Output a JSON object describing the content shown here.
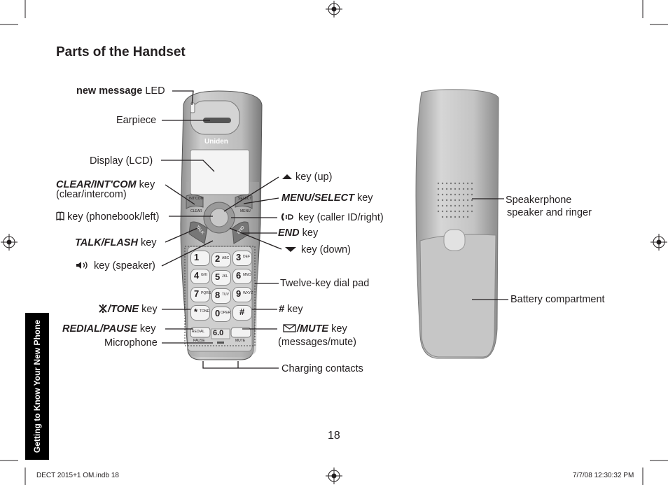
{
  "page": {
    "title": "Parts of the Handset",
    "page_number": "18",
    "side_tab": "Getting to Know Your New Phone",
    "footer_left": "DECT 2015+1 OM.indb   18",
    "footer_right": "7/7/08   12:30:32 PM"
  },
  "handset": {
    "brand": "Uniden",
    "screen_text": "6.0",
    "keypad": [
      {
        "digit": "1",
        "letters": ""
      },
      {
        "digit": "2",
        "letters": "ABC"
      },
      {
        "digit": "3",
        "letters": "DEF"
      },
      {
        "digit": "4",
        "letters": "GHI"
      },
      {
        "digit": "5",
        "letters": "JKL"
      },
      {
        "digit": "6",
        "letters": "MNO"
      },
      {
        "digit": "7",
        "letters": "PQRS"
      },
      {
        "digit": "8",
        "letters": "TUV"
      },
      {
        "digit": "9",
        "letters": "WXYZ"
      },
      {
        "digit": "*",
        "letters": "TONE"
      },
      {
        "digit": "0",
        "letters": "OPER"
      },
      {
        "digit": "#",
        "letters": ""
      }
    ],
    "soft_labels": {
      "clear_top": "INT'COM",
      "clear_bottom": "CLEAR",
      "menu_top": "SELECT",
      "menu_bottom": "MENU",
      "talk": "TALK",
      "end": "END",
      "redial": "REDIAL",
      "pause": "PAUSE",
      "mute": "MUTE"
    }
  },
  "labels": {
    "new_message_bold": "new message",
    "new_message_rest": " LED",
    "earpiece": "Earpiece",
    "display": "Display (LCD)",
    "clear_bold": "CLEAR/INT'COM",
    "clear_rest": " key",
    "clear_sub": "(clear/intercom)",
    "phonebook": " key (phonebook/left)",
    "talk_bold": "TALK/FLASH",
    "talk_rest": " key",
    "speaker": " key (speaker)",
    "tone_bold": "/TONE",
    "tone_rest": " key",
    "redial_bold": "REDIAL/PAUSE",
    "redial_rest": " key",
    "microphone": "Microphone",
    "up": " key (up)",
    "menu_bold": "MENU/SELECT",
    "menu_rest": " key",
    "callerid": " key (caller ID/right)",
    "end_bold": "END",
    "end_rest": " key",
    "down": " key (down)",
    "dialpad": "Twelve-key dial pad",
    "pound_bold": "#",
    "pound_rest": " key",
    "mute_bold": "/MUTE",
    "mute_rest": " key",
    "mute_sub": "(messages/mute)",
    "charging": "Charging contacts",
    "speakerphone_1": "Speakerphone",
    "speakerphone_2": "speaker and ringer",
    "battery": "Battery compartment"
  },
  "icons": [
    "registration-mark-icon",
    "phonebook-icon",
    "speaker-icon",
    "star-icon",
    "up-arrow-icon",
    "caller-id-icon",
    "down-arrow-icon",
    "envelope-icon"
  ],
  "colors": {
    "text": "#231f20",
    "handset_body": "#b9b9b9",
    "handset_dark": "#6e6e6e",
    "tab": "#000000"
  }
}
